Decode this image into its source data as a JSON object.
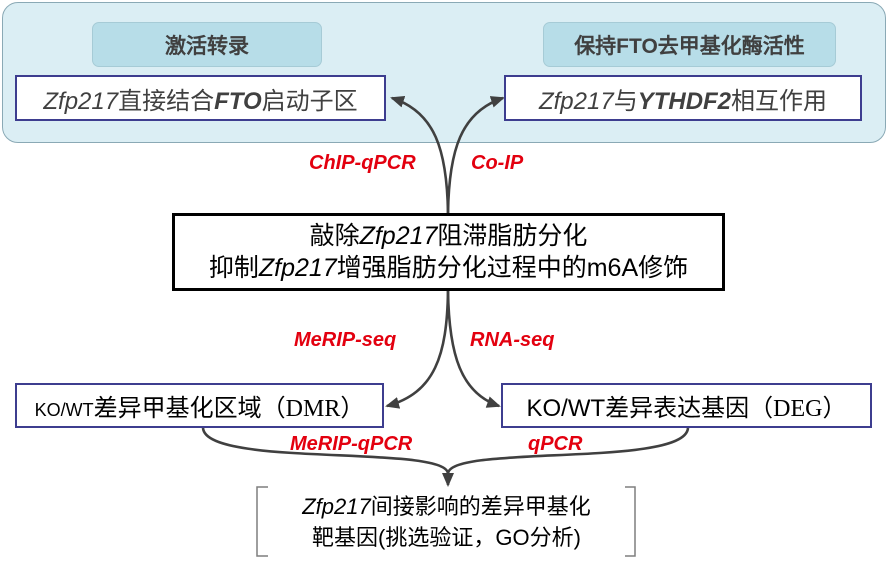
{
  "colors": {
    "panel_background": "#dbeef4",
    "panel_border": "#8aa9b5",
    "label_box_background": "#b7dde8",
    "box_border": "#3d3d8f",
    "method_label": "#e3000f",
    "arrow": "#404040",
    "box_text": "#404040"
  },
  "top_panel": {
    "left_label": "激活转录",
    "right_label": "保持FTO去甲基化酶活性",
    "left_box": {
      "gene": "Zfp217",
      "text_1": "直接结合",
      "target": "FTO",
      "text_2": "启动子区"
    },
    "right_box": {
      "gene": "Zfp217",
      "text_1": "与",
      "target": "YTHDF2",
      "text_2": "相互作用"
    }
  },
  "methods": {
    "chip": "ChIP-qPCR",
    "coip": "Co-IP",
    "merip_seq": "MeRIP-seq",
    "rna_seq": "RNA-seq",
    "merip_qpcr": "MeRIP-qPCR",
    "qpcr": "qPCR"
  },
  "center_box": {
    "line1": {
      "prefix": "敲除",
      "gene": "Zfp217",
      "suffix": "阻滞脂肪分化"
    },
    "line2": {
      "prefix": "抑制",
      "gene": "Zfp217",
      "suffix": "增强脂肪分化过程中的m6A修饰"
    }
  },
  "dmr_box": {
    "prefix": "KO/WT",
    "text": "差异甲基化区域",
    "abbr": "（DMR）"
  },
  "deg_box": {
    "text": "KO/WT差异表达基因",
    "abbr": "（DEG）"
  },
  "result_box": {
    "line1": {
      "gene": "Zfp217",
      "text": "间接影响的差异甲基化"
    },
    "line2": "靶基因(挑选验证，GO分析)"
  }
}
